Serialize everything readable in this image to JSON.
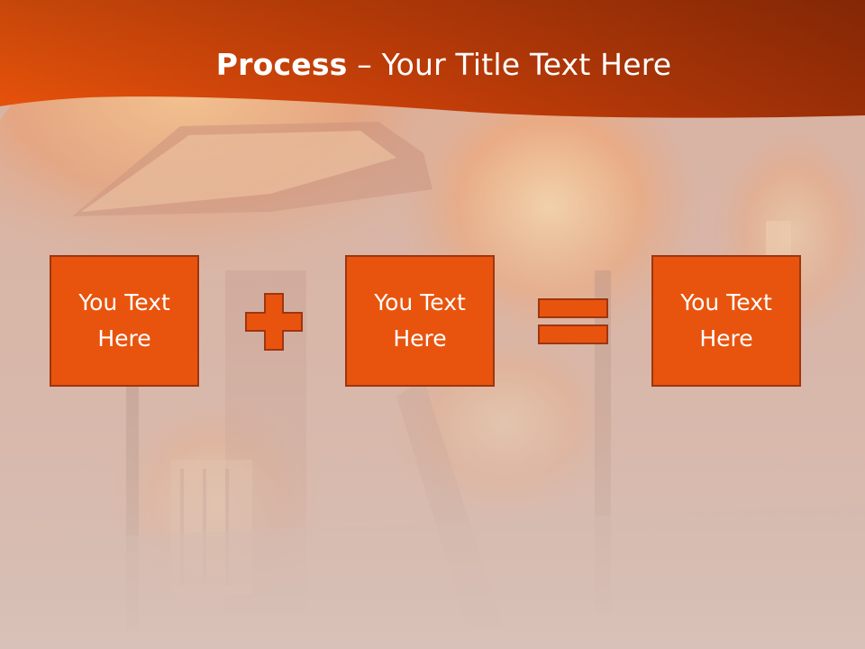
{
  "slide": {
    "title_bold": "Process",
    "title_rest": " – Your Title Text Here",
    "boxes": [
      {
        "text": "You Text Here"
      },
      {
        "text": "You Text Here"
      },
      {
        "text": "You Text Here"
      }
    ],
    "operators": [
      "plus-icon",
      "equals-icon"
    ]
  },
  "colors": {
    "header_dark": "#8a2a08",
    "header_light": "#e8500c",
    "box_fill": "#e8540e",
    "box_border": "#9e3510",
    "background_tint": "#d9b7a8"
  }
}
